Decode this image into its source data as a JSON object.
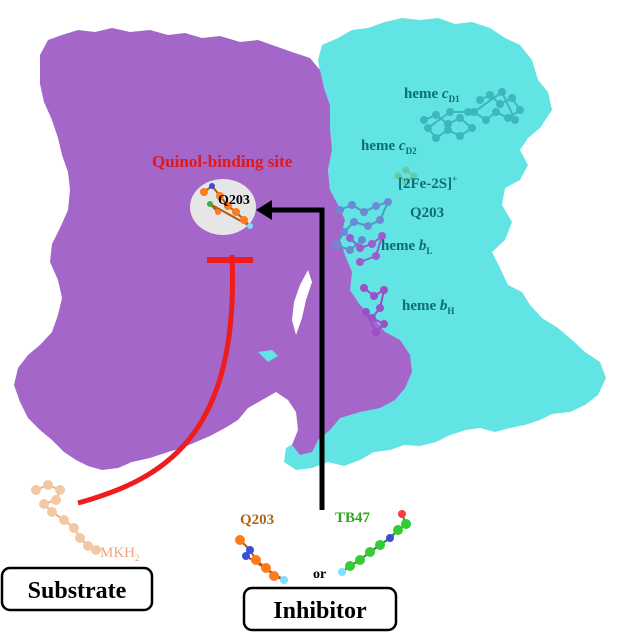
{
  "colors": {
    "subunit_left": "#a466c9",
    "subunit_right": "#62e3e4",
    "arrow_inhibit": "#ee1c1c",
    "arrow_black": "#000000",
    "site_circle": "#e6e6e6",
    "label_teal": "#0b6e70",
    "label_red": "#e01818",
    "q203_brown": "#b0641a",
    "tb47_green": "#2fa51e",
    "mkh2_peach": "#f0a47e"
  },
  "site": {
    "title": "Quinol-binding site",
    "ligand_label": "Q203"
  },
  "cofactors": {
    "heme_cd1": {
      "prefix": "heme ",
      "italic": "c",
      "sub": "D1"
    },
    "heme_cd2": {
      "prefix": "heme ",
      "italic": "c",
      "sub": "D2"
    },
    "fes": {
      "text": "[2Fe-2S]",
      "sup": "+"
    },
    "q203": {
      "text": "Q203"
    },
    "heme_bl": {
      "prefix": "heme ",
      "italic": "b",
      "sub": "L"
    },
    "heme_bh": {
      "prefix": "heme ",
      "italic": "b",
      "sub": "H"
    }
  },
  "ligands": {
    "mkh2": {
      "text": "MKH",
      "sub": "2"
    },
    "q203": "Q203",
    "tb47": "TB47",
    "or": "or"
  },
  "boxes": {
    "substrate": "Substrate",
    "inhibitor": "Inhibitor"
  },
  "icons": {
    "molecule": "ball-and-stick-molecule-icon"
  }
}
